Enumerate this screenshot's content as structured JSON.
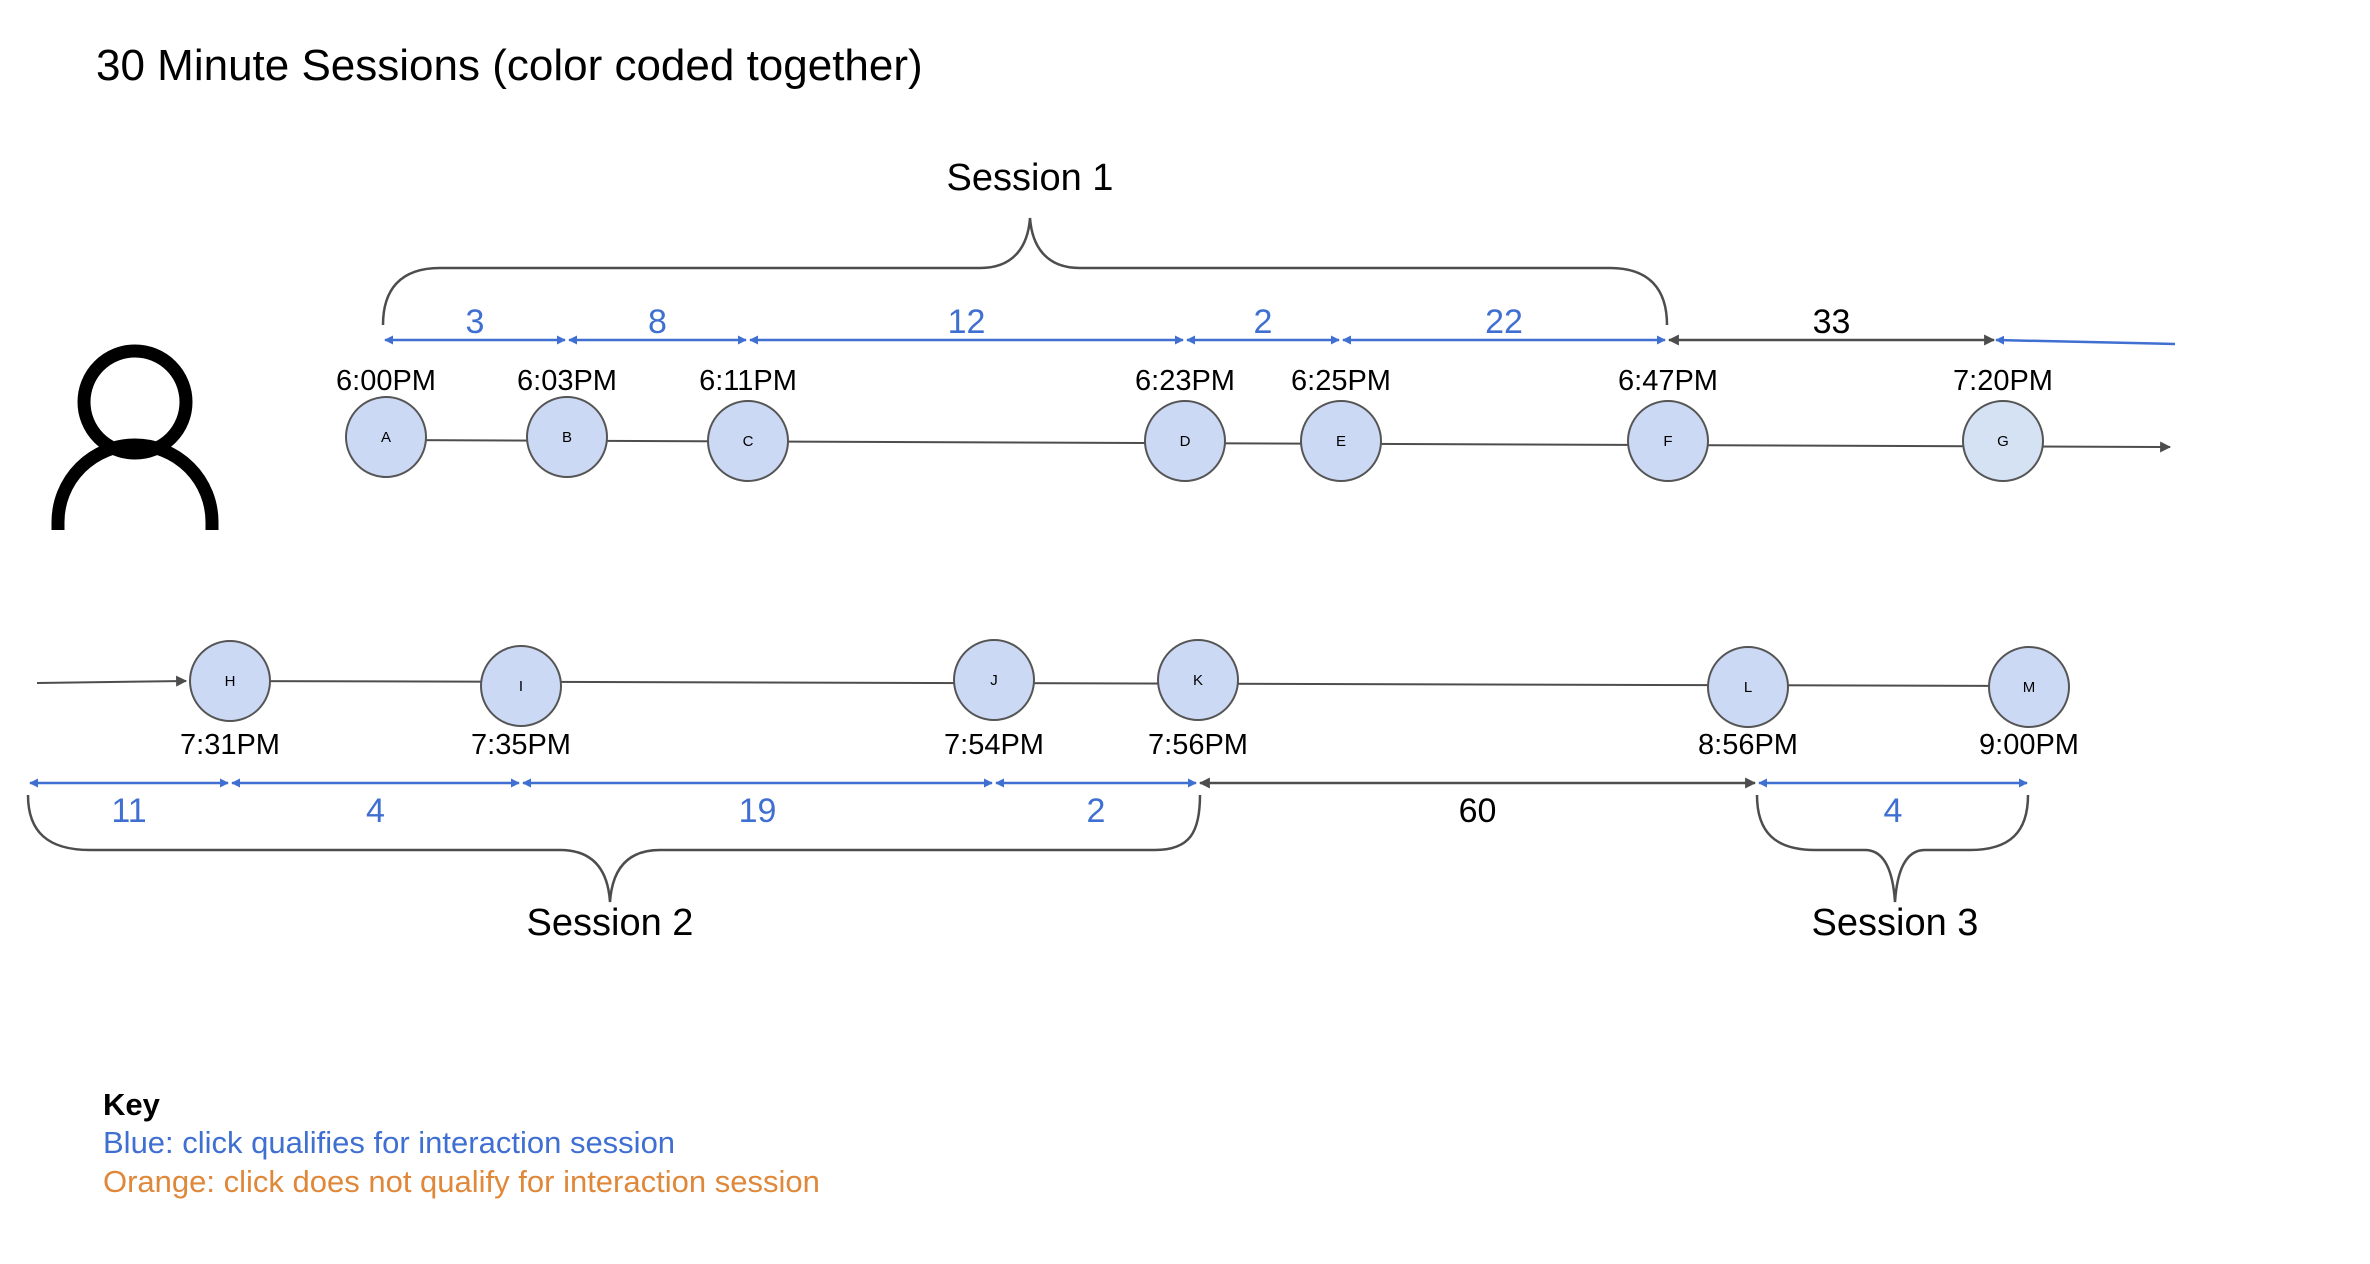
{
  "title": "30 Minute Sessions (color coded together)",
  "colors": {
    "blue": "#3f6fd1",
    "dark": "#4d4d4d",
    "orange": "#e0883a",
    "node_fill": "#ccd9f5",
    "node_fill_light": "#d4e2f4",
    "node_stroke": "#555555"
  },
  "icons": {
    "user": "user-icon"
  },
  "sessions": [
    "Session 1",
    "Session 2",
    "Session 3"
  ],
  "row1": {
    "nodes": [
      {
        "id": "A",
        "time": "6:00PM"
      },
      {
        "id": "B",
        "time": "6:03PM"
      },
      {
        "id": "C",
        "time": "6:11PM"
      },
      {
        "id": "D",
        "time": "6:23PM"
      },
      {
        "id": "E",
        "time": "6:25PM"
      },
      {
        "id": "F",
        "time": "6:47PM"
      },
      {
        "id": "G",
        "time": "7:20PM"
      }
    ],
    "gaps": [
      {
        "value": "3",
        "qualifies": true
      },
      {
        "value": "8",
        "qualifies": true
      },
      {
        "value": "12",
        "qualifies": true
      },
      {
        "value": "2",
        "qualifies": true
      },
      {
        "value": "22",
        "qualifies": true
      },
      {
        "value": "33",
        "qualifies": false
      }
    ]
  },
  "row2": {
    "nodes": [
      {
        "id": "H",
        "time": "7:31PM"
      },
      {
        "id": "I",
        "time": "7:35PM"
      },
      {
        "id": "J",
        "time": "7:54PM"
      },
      {
        "id": "K",
        "time": "7:56PM"
      },
      {
        "id": "L",
        "time": "8:56PM"
      },
      {
        "id": "M",
        "time": "9:00PM"
      }
    ],
    "gaps": [
      {
        "value": "11",
        "qualifies": true
      },
      {
        "value": "4",
        "qualifies": true
      },
      {
        "value": "19",
        "qualifies": true
      },
      {
        "value": "2",
        "qualifies": true
      },
      {
        "value": "60",
        "qualifies": false
      },
      {
        "value": "4",
        "qualifies": true
      }
    ]
  },
  "key": {
    "title": "Key",
    "blue": "Blue: click qualifies for interaction session",
    "orange": "Orange: click does not qualify for interaction session"
  }
}
